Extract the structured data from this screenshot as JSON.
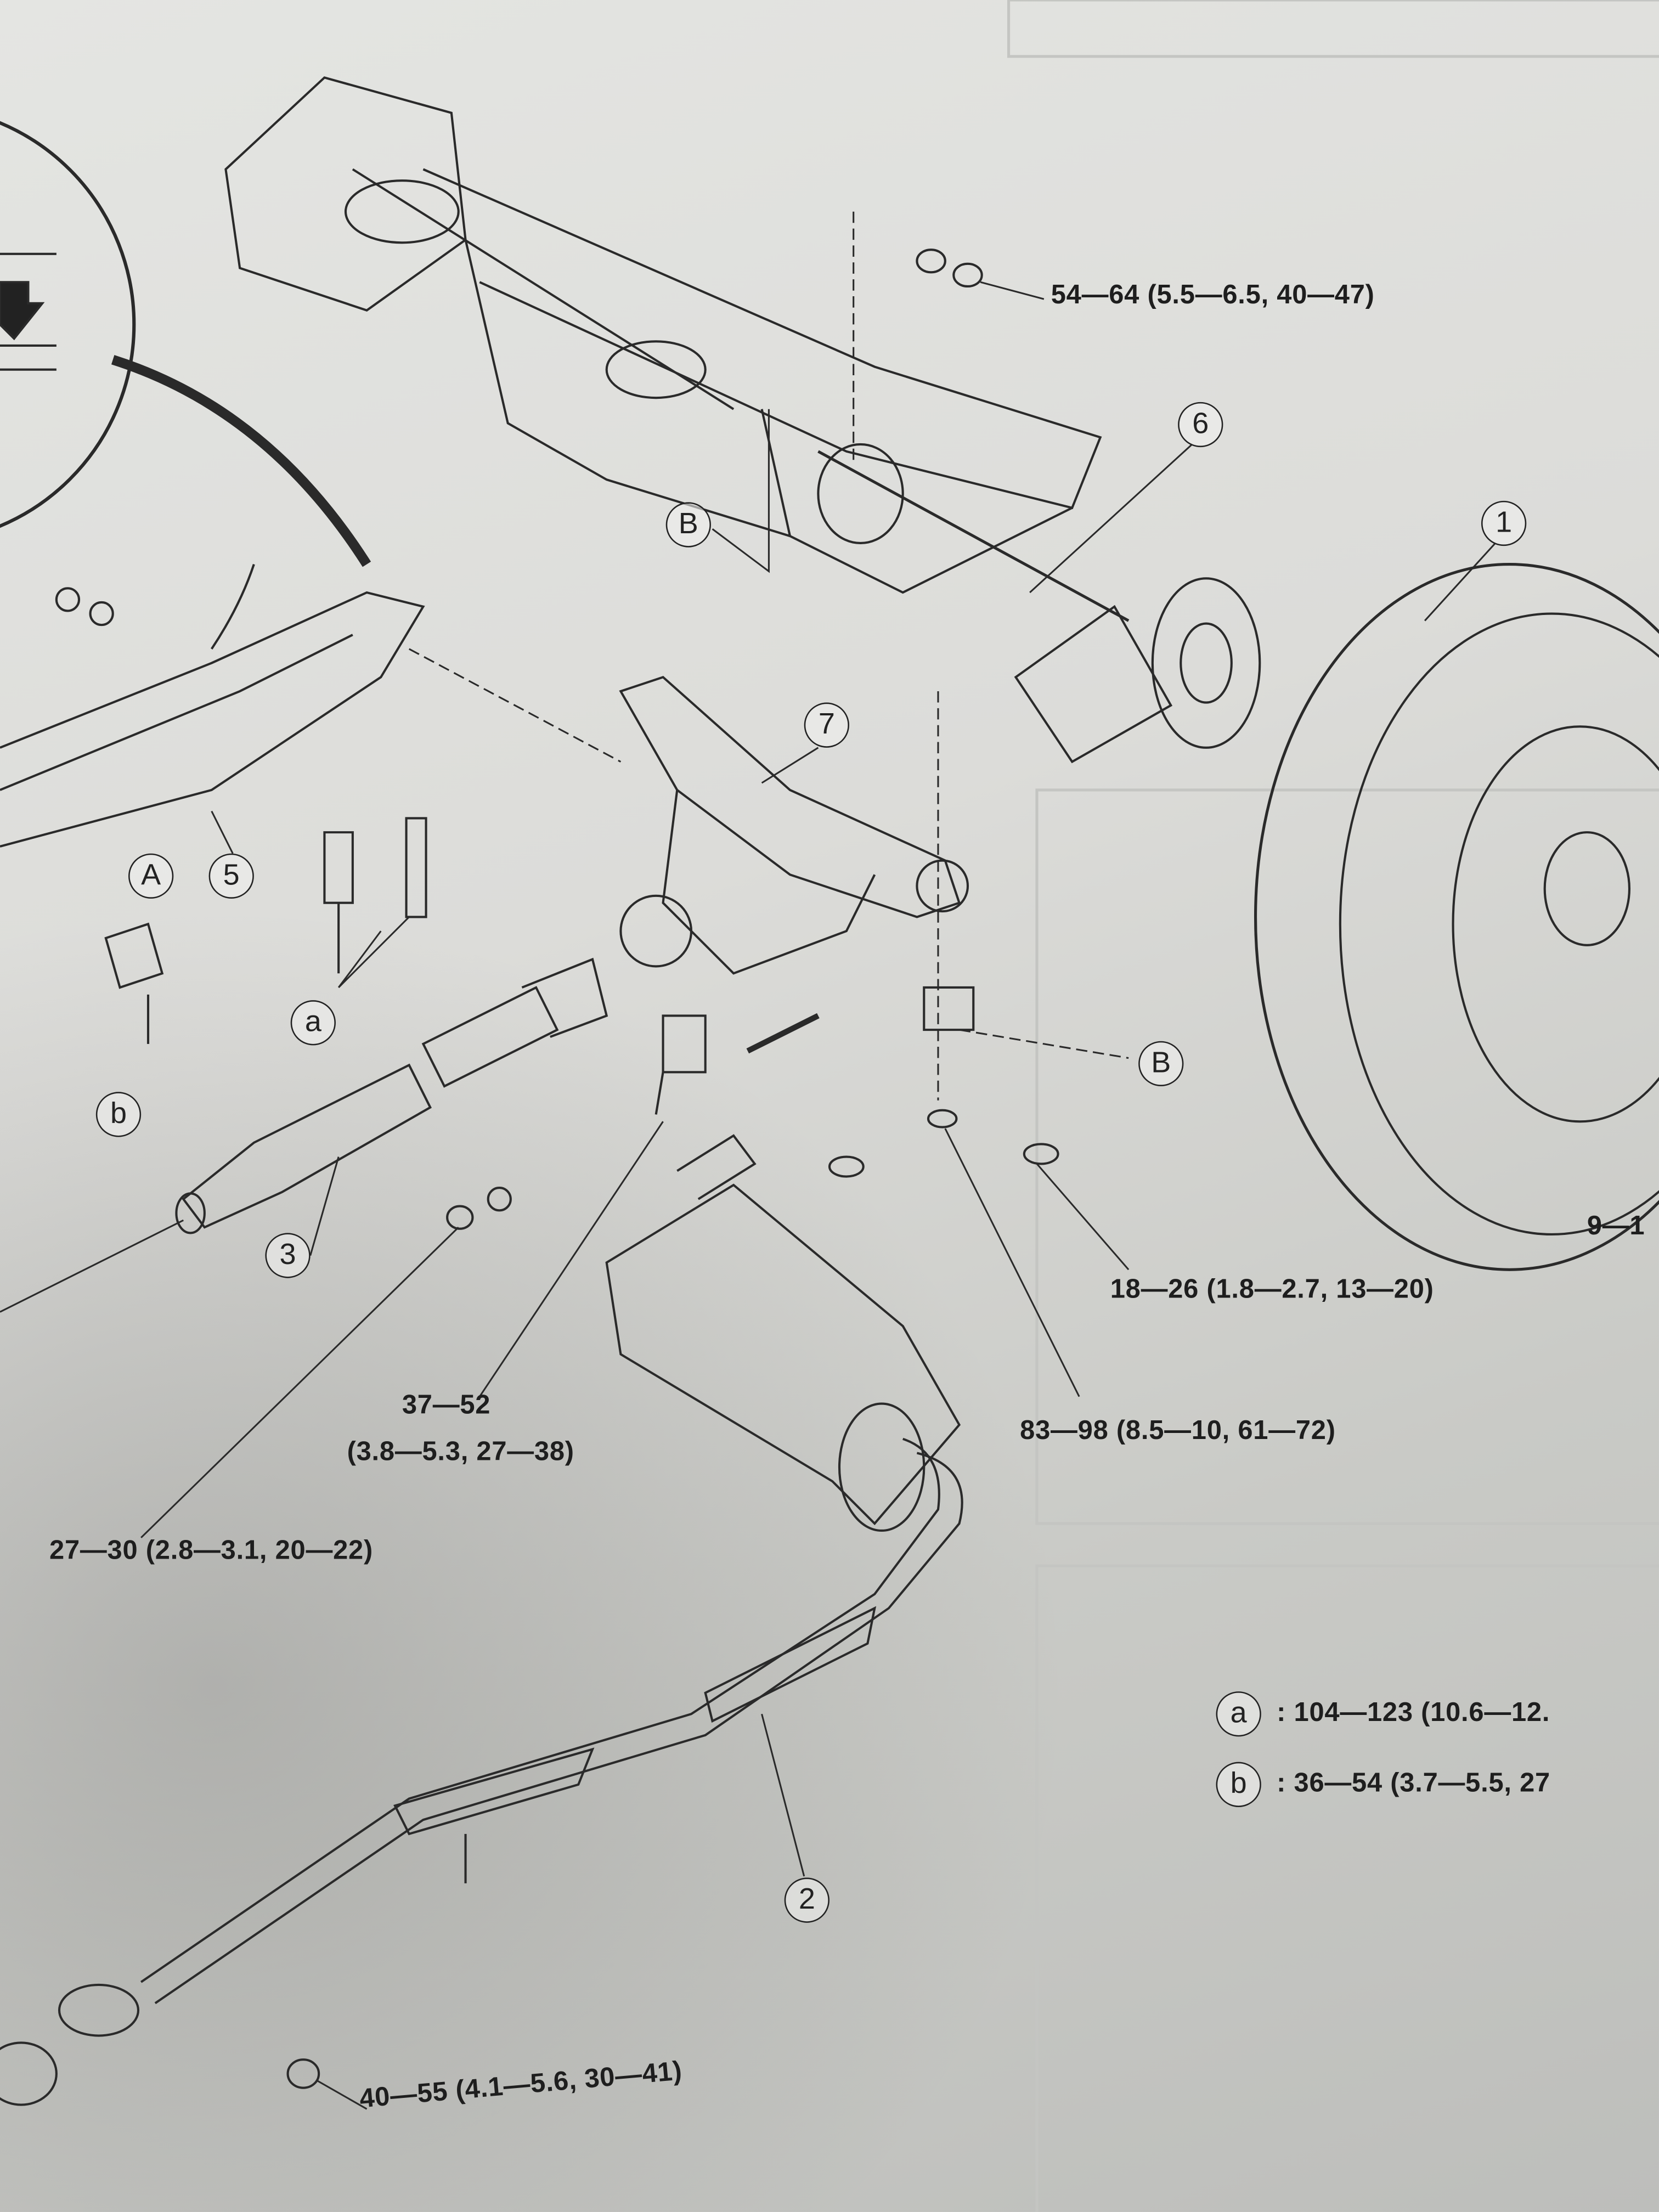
{
  "callouts": {
    "n1": "1",
    "n2": "2",
    "n3": "3",
    "n5": "5",
    "n6": "6",
    "n7": "7",
    "A": "A",
    "B1": "B",
    "B2": "B",
    "a": "a",
    "b": "b"
  },
  "torques": {
    "t1": "54—64 (5.5—6.5, 40—47)",
    "t2": "18—26 (1.8—2.7, 13—20)",
    "t3": "83—98 (8.5—10, 61—72)",
    "t4_line1": "37—52",
    "t4_line2": "(3.8—5.3, 27—38)",
    "t5": "27—30 (2.8—3.1, 20—22)",
    "t6": "40—55 (4.1—5.6, 30—41)",
    "t7": "9—1"
  },
  "legend": [
    {
      "mark": "a",
      "value": ": 104—123 (10.6—12."
    },
    {
      "mark": "b",
      "value": ": 36—54 (3.7—5.5, 27"
    }
  ],
  "colors": {
    "ink": "#1e1e1e",
    "paper": "#dcdcd9"
  }
}
